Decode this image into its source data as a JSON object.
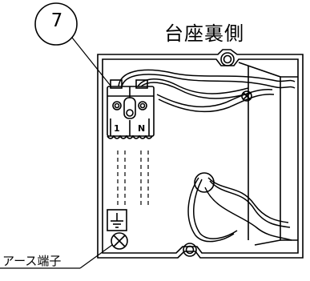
{
  "title": "台座裏側",
  "callout_number": "7",
  "terminal_labels": [
    "1",
    "N"
  ],
  "earth_terminal_label": "アース端子",
  "colors": {
    "line": "#000000",
    "background": "#ffffff"
  }
}
